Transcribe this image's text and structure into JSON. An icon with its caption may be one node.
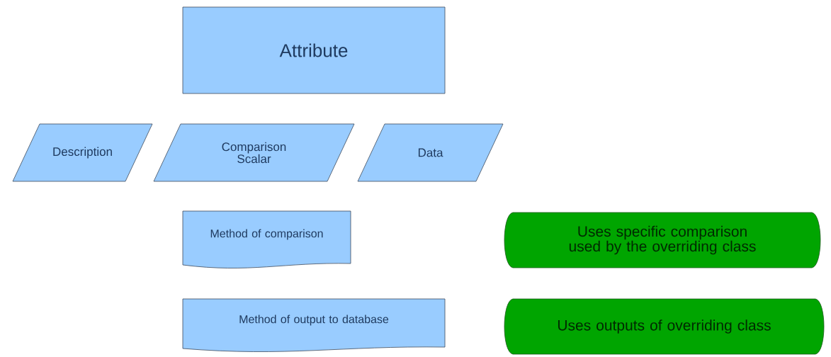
{
  "diagram": {
    "nodes": [
      {
        "text": [
          "Attribute"
        ]
      },
      {
        "text": [
          "Description"
        ]
      },
      {
        "text": [
          "Comparison Scalar"
        ]
      },
      {
        "text": [
          "Data"
        ]
      },
      {
        "text": [
          "Method of comparison"
        ]
      },
      {
        "text": [
          "Uses specific comparison used by the overriding class"
        ]
      },
      {
        "text": [
          "Method of output to database"
        ]
      },
      {
        "text": [
          "Uses outputs of overriding class"
        ]
      }
    ]
  }
}
